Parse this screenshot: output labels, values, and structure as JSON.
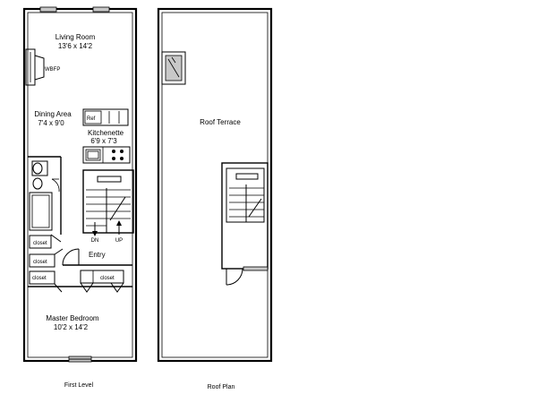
{
  "first_level": {
    "living_room": {
      "name": "Living Room",
      "dims": "13'6 x 14'2"
    },
    "fireplace": "WBFP",
    "dining_area": {
      "name": "Dining Area",
      "dims": "7'4 x 9'0"
    },
    "ref": "Ref",
    "kitchenette": {
      "name": "Kitchenette",
      "dims": "6'9 x 7'3"
    },
    "stair_down": "DN",
    "stair_up": "UP",
    "entry": "Entry",
    "closets": [
      "closet",
      "closet",
      "closet",
      "closet"
    ],
    "master_bedroom": {
      "name": "Master Bedroom",
      "dims": "10'2 x 14'2"
    },
    "caption": "First Level"
  },
  "roof_plan": {
    "roof_terrace": "Roof Terrace",
    "caption": "Roof Plan"
  }
}
